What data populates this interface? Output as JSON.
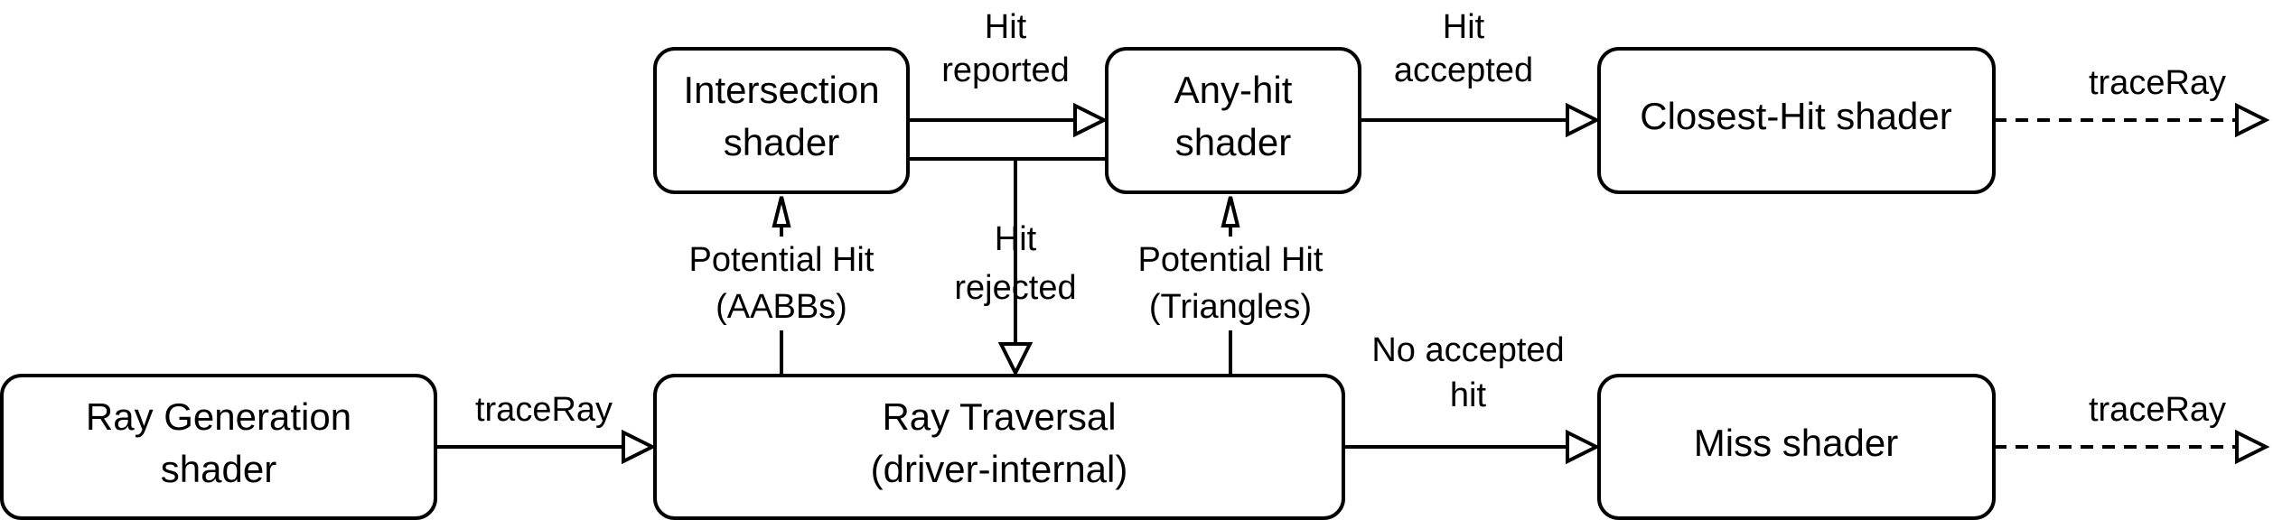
{
  "diagram": {
    "nodes": {
      "intersection": {
        "line1": "Intersection",
        "line2": "shader"
      },
      "any_hit": {
        "line1": "Any-hit",
        "line2": "shader"
      },
      "closest_hit": {
        "line1": "Closest-Hit shader"
      },
      "ray_generation": {
        "line1": "Ray Generation",
        "line2": "shader"
      },
      "ray_traversal": {
        "line1": "Ray Traversal",
        "line2": "(driver-internal)"
      },
      "miss": {
        "line1": "Miss shader"
      }
    },
    "edges": {
      "hit_reported": {
        "line1": "Hit",
        "line2": "reported"
      },
      "hit_accepted": {
        "line1": "Hit",
        "line2": "accepted"
      },
      "trace_ray_closest": {
        "line1": "traceRay"
      },
      "potential_hit_aabbs": {
        "line1": "Potential Hit",
        "line2": "(AABBs)"
      },
      "hit_rejected": {
        "line1": "Hit",
        "line2": "rejected"
      },
      "potential_hit_triangles": {
        "line1": "Potential Hit",
        "line2": "(Triangles)"
      },
      "no_accepted_hit": {
        "line1": "No accepted",
        "line2": "hit"
      },
      "trace_ray_generation": {
        "line1": "traceRay"
      },
      "trace_ray_miss": {
        "line1": "traceRay"
      }
    }
  },
  "style": {
    "stroke_color": "#000000",
    "fill_color": "#ffffff"
  }
}
